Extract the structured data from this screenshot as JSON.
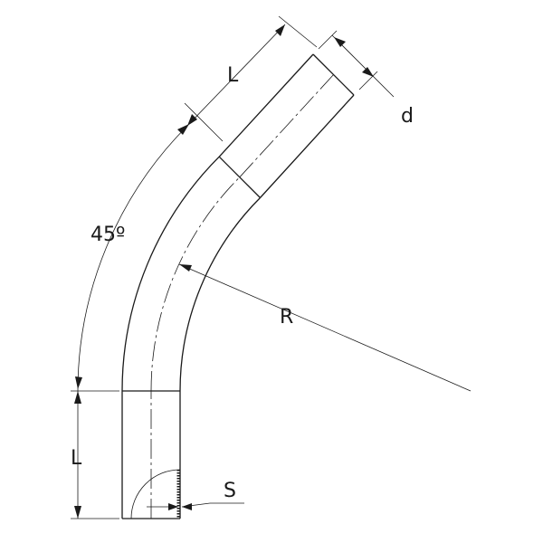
{
  "diagram": {
    "labels": {
      "length_top": "L",
      "diameter": "d",
      "angle": "45º",
      "radius": "R",
      "length_bottom": "L",
      "wall": "S"
    }
  }
}
